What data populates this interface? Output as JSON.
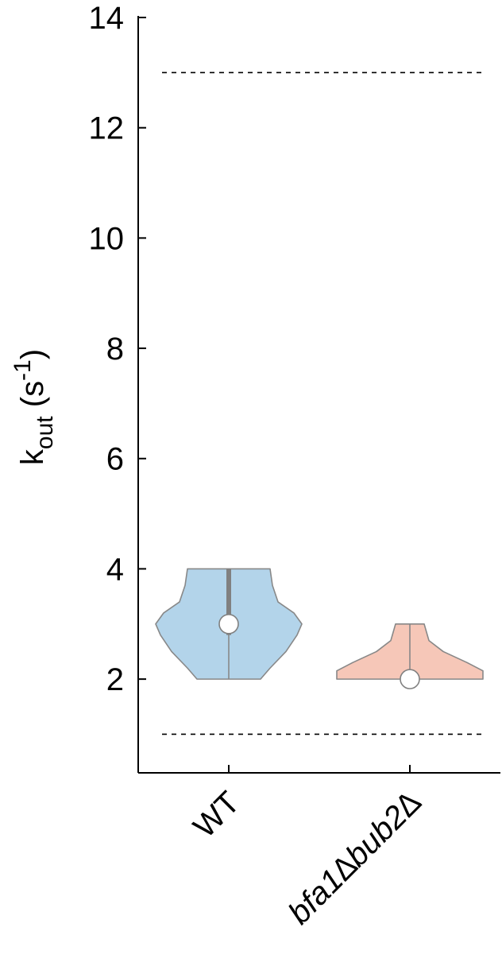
{
  "chart_data": {
    "type": "violin",
    "ylabel": {
      "base": "k",
      "sub": "out",
      "unit_open": " (s",
      "sup": "-1",
      "unit_close": ")"
    },
    "ylim": [
      0.3,
      14
    ],
    "yticks": [
      2,
      4,
      6,
      8,
      10,
      12,
      14
    ],
    "ytick_labels": [
      "2",
      "4",
      "6",
      "8",
      "10",
      "12",
      "14"
    ],
    "categories": [
      "WT",
      "bfa1∆bub2∆"
    ],
    "reference_lines": [
      13,
      1
    ],
    "series": [
      {
        "category": "WT",
        "color": "#b3d4ea",
        "min": 2,
        "max": 4,
        "median": 3,
        "q1": 2.8,
        "q3": 4,
        "profile": [
          [
            2,
            0.4
          ],
          [
            2.2,
            0.52
          ],
          [
            2.5,
            0.72
          ],
          [
            2.8,
            0.86
          ],
          [
            3.0,
            0.92
          ],
          [
            3.2,
            0.82
          ],
          [
            3.4,
            0.62
          ],
          [
            3.7,
            0.55
          ],
          [
            4.0,
            0.52
          ]
        ]
      },
      {
        "category": "bfa1∆bub2∆",
        "color": "#f6c7b8",
        "min": 2,
        "max": 3,
        "median": 2,
        "q1": 2,
        "q3": 2,
        "profile": [
          [
            2,
            0.92
          ],
          [
            2.15,
            0.92
          ],
          [
            2.3,
            0.72
          ],
          [
            2.5,
            0.42
          ],
          [
            2.7,
            0.24
          ],
          [
            3.0,
            0.18
          ]
        ]
      }
    ]
  }
}
